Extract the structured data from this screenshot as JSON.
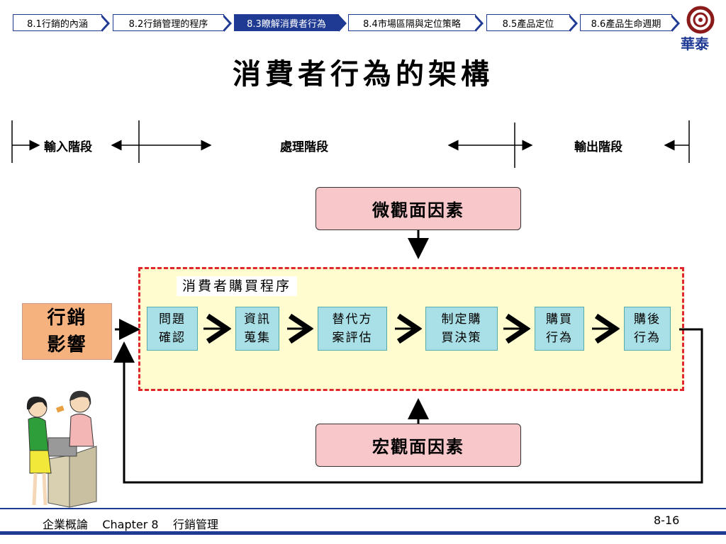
{
  "nav": {
    "tabs": [
      {
        "label": "8.1行銷的內涵",
        "active": false
      },
      {
        "label": "8.2行銷管理的程序",
        "active": false
      },
      {
        "label": "8.3瞭解消費者行為",
        "active": true
      },
      {
        "label": "8.4市場區隔與定位策略",
        "active": false
      },
      {
        "label": "8.5產品定位",
        "active": false
      },
      {
        "label": "8.6產品生命週期",
        "active": false
      }
    ]
  },
  "logo": {
    "text": "華泰",
    "color": "#1f3a93",
    "ring_color": "#8b1a1a"
  },
  "title": "消費者行為的架構",
  "stages": {
    "input": "輸入階段",
    "processing": "處理階段",
    "output": "輸出階段"
  },
  "micro_factors": "微觀面因素",
  "macro_factors": "宏觀面因素",
  "marketing_influence": {
    "line1": "行銷",
    "line2": "影響"
  },
  "purchase_process": {
    "label": "消費者購買程序",
    "steps": [
      {
        "line1": "問題",
        "line2": "確認"
      },
      {
        "line1": "資訊",
        "line2": "蒐集"
      },
      {
        "line1": "替代方",
        "line2": "案評估"
      },
      {
        "line1": "制定購",
        "line2": "買決策"
      },
      {
        "line1": "購買",
        "line2": "行為"
      },
      {
        "line1": "購後",
        "line2": "行為"
      }
    ]
  },
  "colors": {
    "accent": "#1f3a93",
    "factor_fill": "#f7c7c9",
    "step_fill": "#a9dfe6",
    "process_fill": "#fffcd0",
    "process_border": "#e0262e",
    "marketing_fill": "#f5b27e"
  },
  "footer": {
    "course": "企業概論",
    "chapter": "Chapter 8",
    "topic": "行銷管理",
    "page": "8-16"
  }
}
